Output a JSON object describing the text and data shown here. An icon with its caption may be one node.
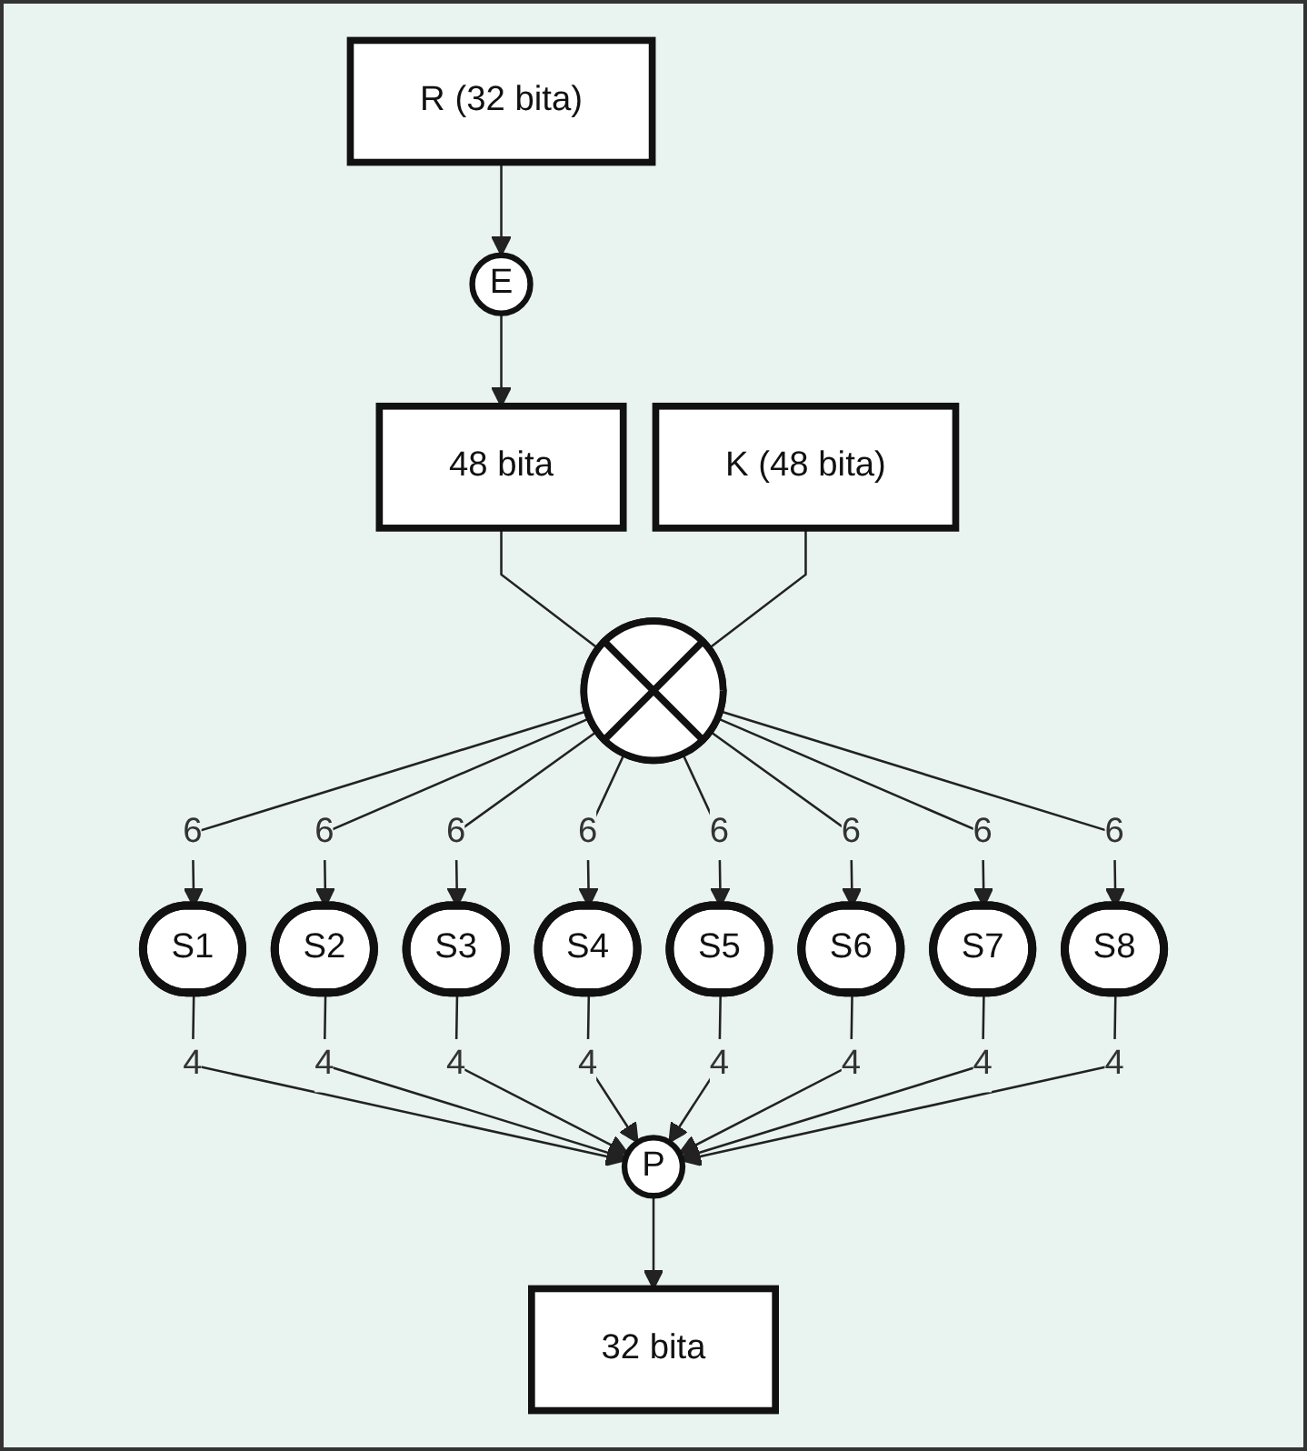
{
  "diagram": {
    "nodes": [
      {
        "text": [
          "R (32 bita)"
        ]
      },
      {
        "text": [
          "E"
        ]
      },
      {
        "text": [
          "48 bita"
        ]
      },
      {
        "text": [
          "K (48 bita)"
        ]
      },
      {
        "text": [],
        "shape": "circle"
      },
      {
        "text": [
          "S1"
        ]
      },
      {
        "text": [
          "S2"
        ]
      },
      {
        "text": [
          "S3"
        ]
      },
      {
        "text": [
          "S4"
        ]
      },
      {
        "text": [
          "S5"
        ]
      },
      {
        "text": [
          "S6"
        ]
      },
      {
        "text": [
          "S7"
        ]
      },
      {
        "text": [
          "S8"
        ]
      },
      {
        "text": [
          "P"
        ]
      },
      {
        "text": [
          "32 bita"
        ]
      }
    ],
    "edges": [
      {
        "from": 0,
        "to": 1,
        "arrow": "to"
      },
      {
        "from": 1,
        "to": 2,
        "arrow": "to"
      },
      {
        "from": 2,
        "to": 4,
        "arrow": "none"
      },
      {
        "from": 3,
        "to": 4,
        "arrow": "none"
      },
      {
        "from": 4,
        "to": 5,
        "arrow": "to",
        "label": "6"
      },
      {
        "from": 4,
        "to": 6,
        "arrow": "to",
        "label": "6"
      },
      {
        "from": 4,
        "to": 7,
        "arrow": "to",
        "label": "6"
      },
      {
        "from": 4,
        "to": 8,
        "arrow": "to",
        "label": "6"
      },
      {
        "from": 4,
        "to": 9,
        "arrow": "to",
        "label": "6"
      },
      {
        "from": 4,
        "to": 10,
        "arrow": "to",
        "label": "6"
      },
      {
        "from": 4,
        "to": 11,
        "arrow": "to",
        "label": "6"
      },
      {
        "from": 4,
        "to": 12,
        "arrow": "to",
        "label": "6"
      },
      {
        "from": 5,
        "to": 13,
        "arrow": "to",
        "label": "4"
      },
      {
        "from": 6,
        "to": 13,
        "arrow": "to",
        "label": "4"
      },
      {
        "from": 7,
        "to": 13,
        "arrow": "to",
        "label": "4"
      },
      {
        "from": 8,
        "to": 13,
        "arrow": "to",
        "label": "4"
      },
      {
        "from": 9,
        "to": 13,
        "arrow": "to",
        "label": "4"
      },
      {
        "from": 10,
        "to": 13,
        "arrow": "to",
        "label": "4"
      },
      {
        "from": 11,
        "to": 13,
        "arrow": "to",
        "label": "4"
      },
      {
        "from": 12,
        "to": 13,
        "arrow": "to",
        "label": "4"
      },
      {
        "from": 13,
        "to": 14,
        "arrow": "to"
      }
    ]
  }
}
